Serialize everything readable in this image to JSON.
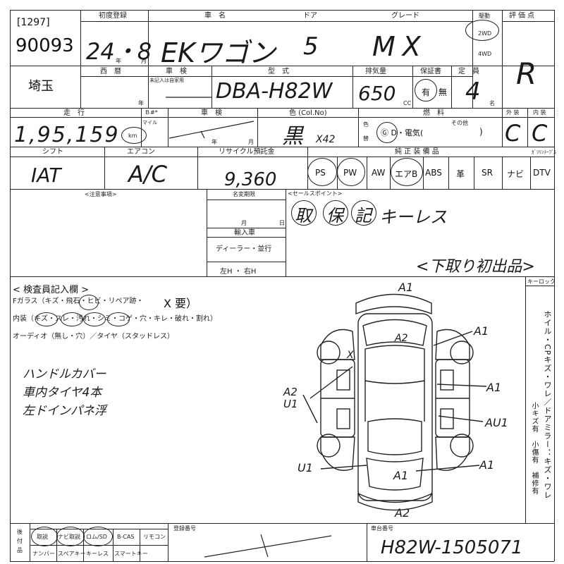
{
  "header": {
    "lot_code": "[1297]",
    "lot_number": "90093",
    "first_reg_label": "初度登録",
    "first_reg_value": "24・8",
    "year_mark": "年",
    "month_mark": "月",
    "car_name_label": "車　名",
    "car_name_value": "EKワゴン",
    "door_label": "ドア",
    "door_value": "5",
    "grade_label": "グレード",
    "grade_value": "MX",
    "drive_label": "駆動",
    "drive_2wd": "2WD",
    "drive_4wd": "4WD",
    "score_label": "評価点",
    "score_value": "R"
  },
  "row2": {
    "prefecture": "埼玉",
    "western_label": "西　暦",
    "year_mark": "年",
    "inspect_label": "車　検",
    "inspect_note": "未記入は自家用",
    "model_label": "型　式",
    "model_value": "DBA-H82W",
    "disp_label": "排気量",
    "disp_value": "650",
    "cc_mark": "CC",
    "warranty_label": "保証書",
    "warranty_yes": "有",
    "warranty_no": "無",
    "capacity_label": "定　員",
    "capacity_value": "4",
    "capacity_unit": "名"
  },
  "row3": {
    "mileage_label": "走　行",
    "mileage_value": "1,95,159",
    "mileage_unit": "km",
    "meter_label": "Ｂ#*",
    "meter_sub": "マイル",
    "inspect_label": "車　検",
    "year_mark": "年",
    "month_mark": "月",
    "color_label": "色 (Col.No)",
    "color_value": "黒",
    "color_code": "X42",
    "color_change_top": "色",
    "color_change_bottom": "替",
    "fuel_label": "燃　料",
    "fuel_options": "Ⓖ D・電気(",
    "fuel_other": "その他",
    "fuel_close": ")",
    "exterior_label": "外 装",
    "exterior_value": "C",
    "interior_label": "内 装",
    "interior_value": "C"
  },
  "row4": {
    "shift_label": "シフト",
    "shift_value": "IAT",
    "ac_label": "エアコン",
    "ac_value": "A/C",
    "recycle_label": "リサイクル預託金",
    "recycle_value": "9,360",
    "equip_label": "純 正 装 備 品",
    "equip": [
      "PS",
      "PW",
      "AW",
      "エアB",
      "ABS",
      "革",
      "SR",
      "ナビ",
      "DTV"
    ],
    "rear_seat_label": "ｶﾞｿﾘﾝﾃｰﾌﾞﾙ"
  },
  "notes": {
    "caution_label": "<注意事項>",
    "name_change_label": "名変期限",
    "month_mark": "月",
    "day_mark": "日",
    "import_label": "輸入車",
    "dealer_label": "ディーラー・並行",
    "steering": "左H ・ 右H",
    "selling_label": "<セールスポイント>",
    "selling_points": [
      "取",
      "保",
      "記"
    ],
    "selling_extra": "キーレス",
    "tradein_note": "<下取り初出品>"
  },
  "inspector": {
    "title": "< 検査員記入欄 >",
    "line1": "Fガラス（キズ・飛石・ヒビ・リペア跡・",
    "line1_x": "X 要）",
    "line2": "内装（キズ・スレ・汚れ・シミ・コゲ・穴・キレ・破れ・割れ）",
    "line3": "オーディオ（無し・穴）／タイヤ（スタッドレス）",
    "hand_notes": [
      "ハンドルカバー",
      "車内タイヤ4本",
      "左ドインパネ浮"
    ]
  },
  "diagram": {
    "key_lock_label": "キーロック",
    "side_text": "ホイル・CPキズ・ワレ／ドアミラー：キズ・ワレ",
    "side_small": "小キズ有　小傷有　補修有",
    "marks": [
      "A1",
      "A2",
      "A1",
      "A1",
      "AU1",
      "A2 U1",
      "U1",
      "A1",
      "A1",
      "A2",
      "X"
    ]
  },
  "footer": {
    "acc_title": "後付品",
    "acc_top": [
      "取説",
      "ナビ取説",
      "ロム/SD",
      "B-CAS",
      "リモコン"
    ],
    "acc_bottom": [
      "ナンバー",
      "スペアキー",
      "キーレス",
      "スマートキー"
    ],
    "reg_label": "登録番号",
    "chassis_label": "車台番号",
    "chassis_value": "H82W-1505071"
  }
}
